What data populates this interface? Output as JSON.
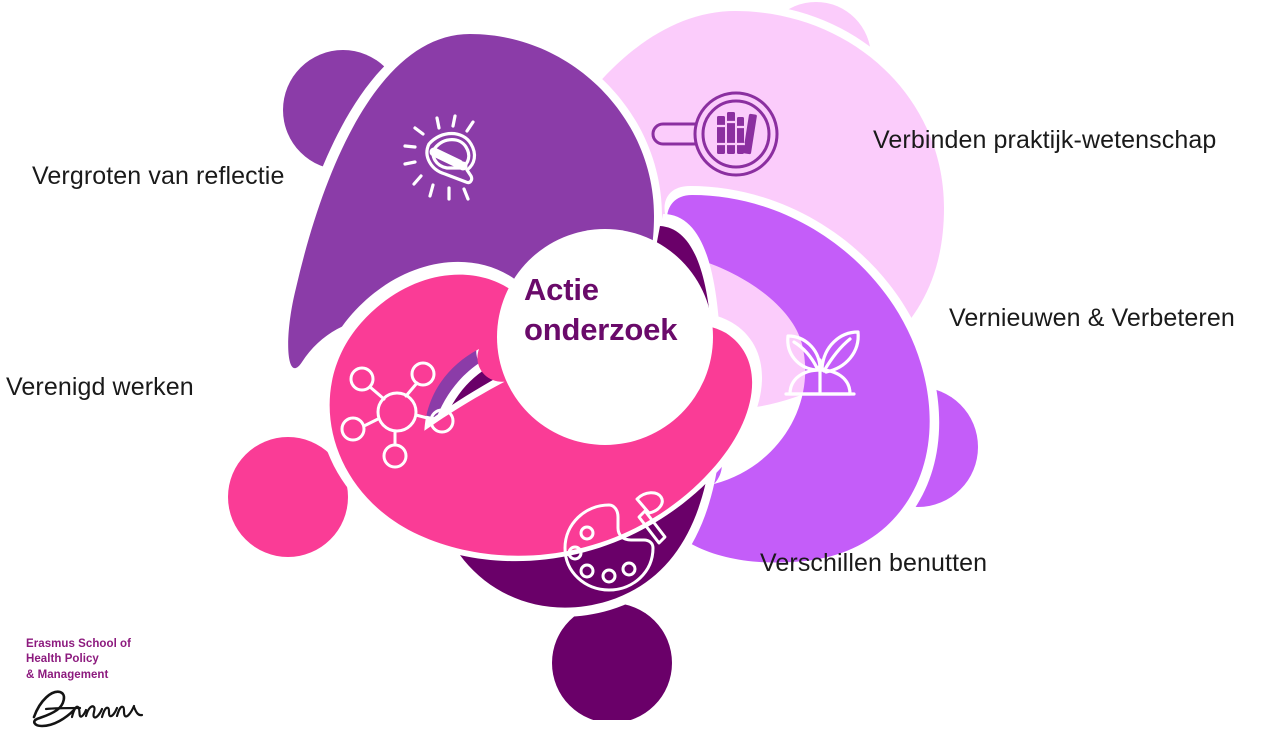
{
  "page": {
    "background": "#ffffff",
    "center_title_line1": "Actie",
    "center_title_line2": "onderzoek",
    "center_title_color": "#6A0A6A"
  },
  "petals": [
    {
      "id": "reflectie",
      "label": "Vergroten van reflectie",
      "color": "#8B3CA8",
      "icon": "lightbulb-icon",
      "icon_color": "#FFFFFF",
      "position": "top-left"
    },
    {
      "id": "praktijk",
      "label": "Verbinden praktijk-wetenschap",
      "color": "#FBCCFB",
      "icon": "magnifier-books-icon",
      "icon_color": "#8B2FA0",
      "position": "top-right"
    },
    {
      "id": "vernieuwen",
      "label": "Vernieuwen & Verbeteren",
      "color": "#C45DF9",
      "icon": "sprout-icon",
      "icon_color": "#FFFFFF",
      "position": "right"
    },
    {
      "id": "verschillen",
      "label": "Verschillen benutten",
      "color": "#6A0069",
      "icon": "palette-brush-icon",
      "icon_color": "#FFFFFF",
      "position": "bottom"
    },
    {
      "id": "verenigd",
      "label": "Verenigd werken",
      "color": "#FA3C96",
      "icon": "network-hub-icon",
      "icon_color": "#FFFFFF",
      "position": "left"
    }
  ],
  "brand": {
    "line1": "Erasmus School of",
    "line2": "Health Policy",
    "line3": "& Management",
    "color": "#8C1A7E",
    "signature": "Erasmus"
  }
}
